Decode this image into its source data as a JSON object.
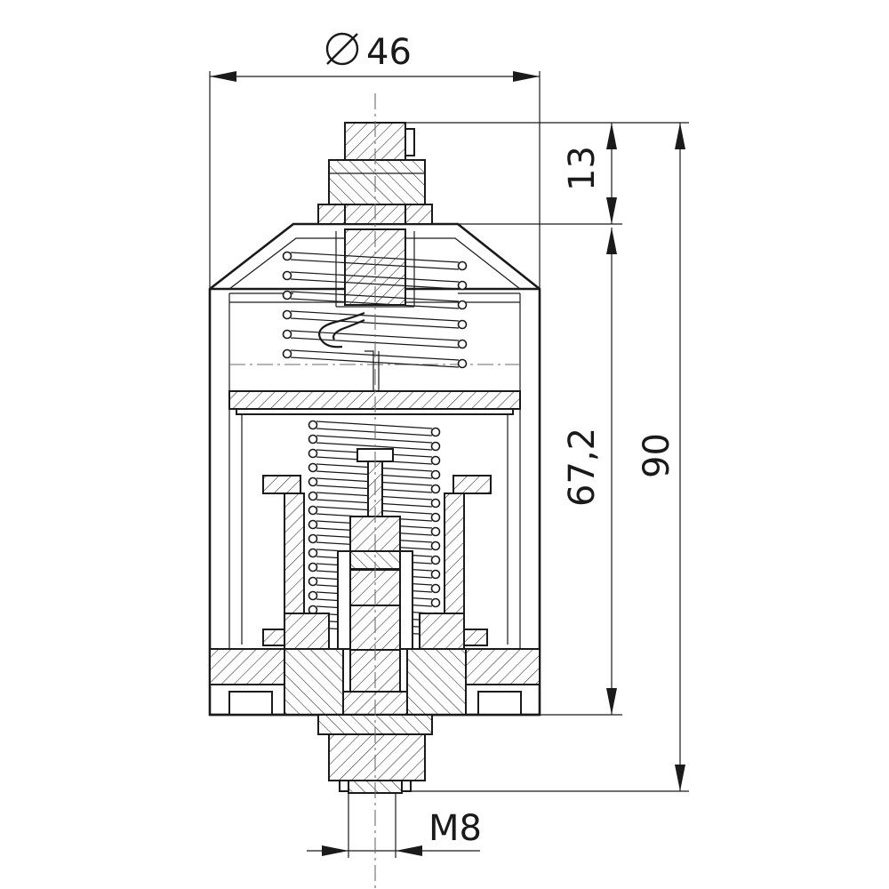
{
  "dimensions": {
    "diameter_symbol": "⌀",
    "diameter_value": "46",
    "top_length": "13",
    "body_length": "67,2",
    "total_length": "90",
    "thread": "M8"
  },
  "colors": {
    "line": "#1a1a1a",
    "center_line": "#6b6b6b",
    "background": "#ffffff"
  }
}
